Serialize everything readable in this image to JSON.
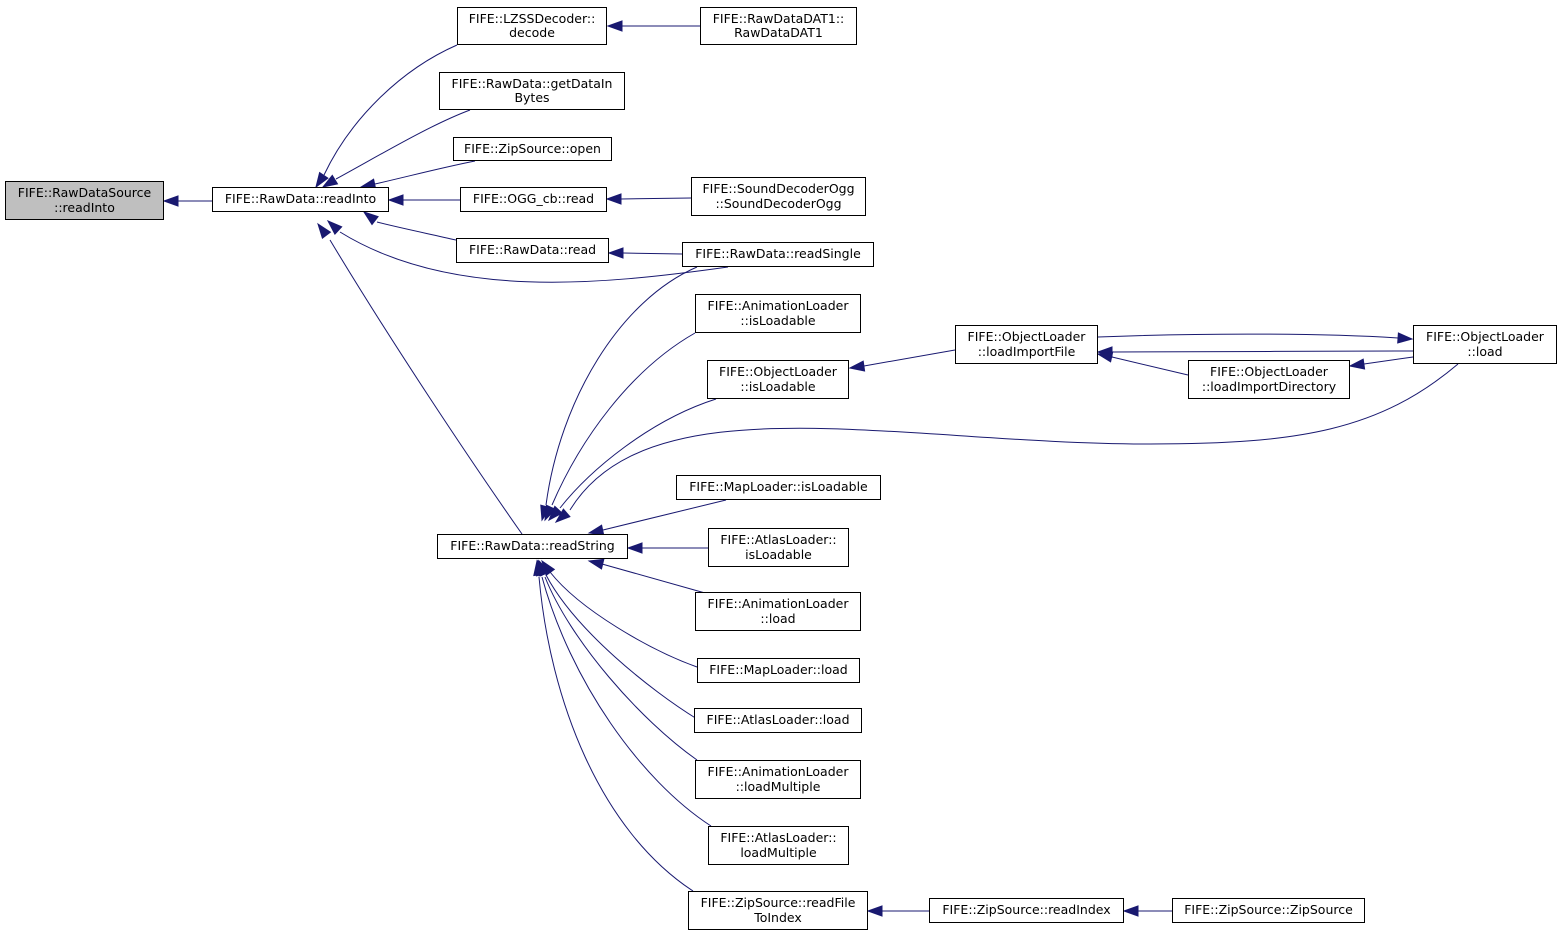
{
  "colors": {
    "edge": "#191970",
    "root_fill": "#bfbfbf",
    "node_fill": "#ffffff",
    "border": "#000000"
  },
  "nodes": [
    {
      "id": "rds_readinto",
      "lines": [
        "FIFE::RawDataSource",
        "::readInto"
      ],
      "root": true
    },
    {
      "id": "rd_readinto",
      "lines": [
        "FIFE::RawData::readInto"
      ]
    },
    {
      "id": "lzss_decode",
      "lines": [
        "FIFE::LZSSDecoder::",
        "decode"
      ]
    },
    {
      "id": "rdd1_ctor",
      "lines": [
        "FIFE::RawDataDAT1::",
        "RawDataDAT1"
      ]
    },
    {
      "id": "rd_getdata",
      "lines": [
        "FIFE::RawData::getDataIn",
        "Bytes"
      ]
    },
    {
      "id": "zip_open",
      "lines": [
        "FIFE::ZipSource::open"
      ]
    },
    {
      "id": "ogg_read",
      "lines": [
        "FIFE::OGG_cb::read"
      ]
    },
    {
      "id": "sdo_ctor",
      "lines": [
        "FIFE::SoundDecoderOgg",
        "::SoundDecoderOgg"
      ]
    },
    {
      "id": "rd_read",
      "lines": [
        "FIFE::RawData::read"
      ]
    },
    {
      "id": "rd_readsingle",
      "lines": [
        "FIFE::RawData::readSingle"
      ]
    },
    {
      "id": "anim_isloadable",
      "lines": [
        "FIFE::AnimationLoader",
        "::isLoadable"
      ]
    },
    {
      "id": "obj_isloadable",
      "lines": [
        "FIFE::ObjectLoader",
        "::isLoadable"
      ]
    },
    {
      "id": "obj_importfile",
      "lines": [
        "FIFE::ObjectLoader",
        "::loadImportFile"
      ]
    },
    {
      "id": "obj_importdir",
      "lines": [
        "FIFE::ObjectLoader",
        "::loadImportDirectory"
      ]
    },
    {
      "id": "obj_load",
      "lines": [
        "FIFE::ObjectLoader",
        "::load"
      ]
    },
    {
      "id": "map_isloadable",
      "lines": [
        "FIFE::MapLoader::isLoadable"
      ]
    },
    {
      "id": "rd_readstring",
      "lines": [
        "FIFE::RawData::readString"
      ]
    },
    {
      "id": "atlas_isloadable",
      "lines": [
        "FIFE::AtlasLoader::",
        "isLoadable"
      ]
    },
    {
      "id": "anim_load",
      "lines": [
        "FIFE::AnimationLoader",
        "::load"
      ]
    },
    {
      "id": "map_load",
      "lines": [
        "FIFE::MapLoader::load"
      ]
    },
    {
      "id": "atlas_load",
      "lines": [
        "FIFE::AtlasLoader::load"
      ]
    },
    {
      "id": "anim_loadmultiple",
      "lines": [
        "FIFE::AnimationLoader",
        "::loadMultiple"
      ]
    },
    {
      "id": "atlas_loadmultiple",
      "lines": [
        "FIFE::AtlasLoader::",
        "loadMultiple"
      ]
    },
    {
      "id": "zip_readfile",
      "lines": [
        "FIFE::ZipSource::readFile",
        "ToIndex"
      ]
    },
    {
      "id": "zip_readindex",
      "lines": [
        "FIFE::ZipSource::readIndex"
      ]
    },
    {
      "id": "zip_ctor",
      "lines": [
        "FIFE::ZipSource::ZipSource"
      ]
    }
  ],
  "edges": [
    {
      "from": "rd_readinto",
      "to": "rds_readinto"
    },
    {
      "from": "lzss_decode",
      "to": "rd_readinto"
    },
    {
      "from": "rdd1_ctor",
      "to": "lzss_decode"
    },
    {
      "from": "rd_getdata",
      "to": "rd_readinto"
    },
    {
      "from": "zip_open",
      "to": "rd_readinto"
    },
    {
      "from": "ogg_read",
      "to": "rd_readinto"
    },
    {
      "from": "sdo_ctor",
      "to": "ogg_read"
    },
    {
      "from": "rd_read",
      "to": "rd_readinto"
    },
    {
      "from": "rd_readsingle",
      "to": "rd_read"
    },
    {
      "from": "rd_readsingle",
      "to": "rd_readinto"
    },
    {
      "from": "rd_readstring",
      "to": "rd_readinto"
    },
    {
      "from": "rd_readsingle",
      "to": "rd_readstring"
    },
    {
      "from": "anim_isloadable",
      "to": "rd_readstring"
    },
    {
      "from": "obj_isloadable",
      "to": "rd_readstring"
    },
    {
      "from": "obj_importfile",
      "to": "obj_isloadable"
    },
    {
      "from": "obj_importfile",
      "to": "obj_load"
    },
    {
      "from": "obj_load",
      "to": "obj_importfile"
    },
    {
      "from": "obj_importdir",
      "to": "obj_importfile"
    },
    {
      "from": "obj_load",
      "to": "obj_importdir"
    },
    {
      "from": "obj_load",
      "to": "rd_readstring"
    },
    {
      "from": "map_isloadable",
      "to": "rd_readstring"
    },
    {
      "from": "atlas_isloadable",
      "to": "rd_readstring"
    },
    {
      "from": "anim_load",
      "to": "rd_readstring"
    },
    {
      "from": "map_load",
      "to": "rd_readstring"
    },
    {
      "from": "atlas_load",
      "to": "rd_readstring"
    },
    {
      "from": "anim_loadmultiple",
      "to": "rd_readstring"
    },
    {
      "from": "atlas_loadmultiple",
      "to": "rd_readstring"
    },
    {
      "from": "zip_readfile",
      "to": "rd_readstring"
    },
    {
      "from": "zip_readindex",
      "to": "zip_readfile"
    },
    {
      "from": "zip_ctor",
      "to": "zip_readindex"
    }
  ]
}
